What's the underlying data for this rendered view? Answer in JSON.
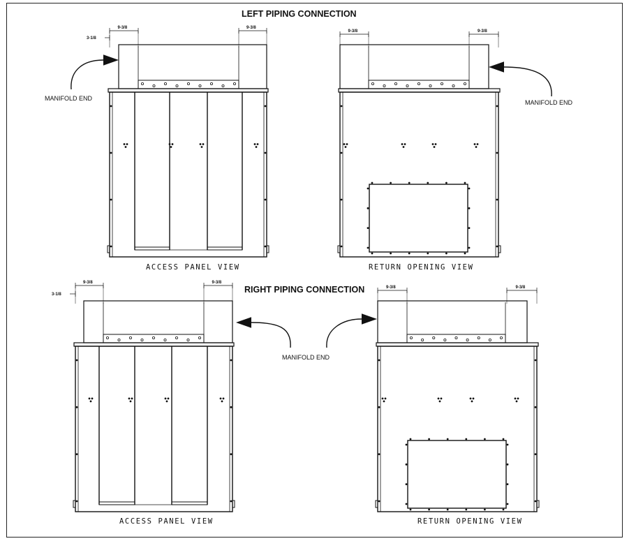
{
  "headings": {
    "left_piping": "LEFT PIPING CONNECTION",
    "right_piping": "RIGHT PIPING CONNECTION"
  },
  "captions": {
    "access_panel_view": "ACCESS PANEL VIEW",
    "return_opening_view": "RETURN OPENING VIEW"
  },
  "callouts": {
    "manifold_end": "MANIFOLD END"
  },
  "dimensions": {
    "offset": "3-1/8",
    "width": "9-3/8"
  }
}
